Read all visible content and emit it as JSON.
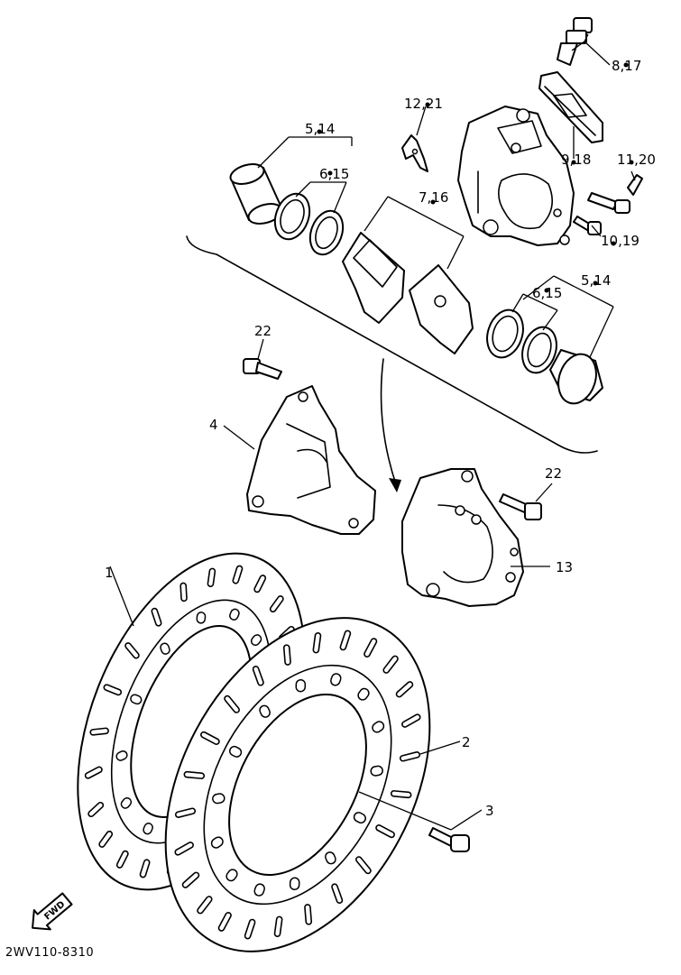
{
  "diagram_code": "2WV110-8310",
  "fwd_label": "FWD",
  "callouts": {
    "c1": "1",
    "c2": "2",
    "c3": "3",
    "c4": "4",
    "c5_14_top": "5,14",
    "c6_15_top": "6,15",
    "c7_16": "7,16",
    "c8_17": "8,17",
    "c9_18": "9,18",
    "c10_19": "10,19",
    "c11_20": "11,20",
    "c12_21": "12,21",
    "c13": "13",
    "c5_14_right": "5,14",
    "c6_15_right": "6,15",
    "c22_left": "22",
    "c22_right": "22"
  }
}
